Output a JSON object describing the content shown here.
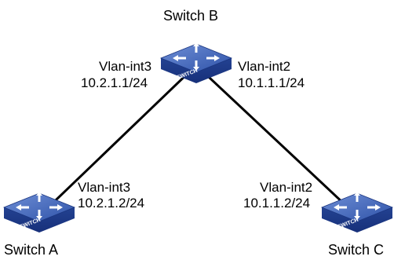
{
  "nodes": {
    "switch_b": {
      "name": "Switch B",
      "badge": "SWITCH"
    },
    "switch_a": {
      "name": "Switch A",
      "badge": "SWITCH"
    },
    "switch_c": {
      "name": "Switch C",
      "badge": "SWITCH"
    }
  },
  "links": {
    "a_b": {
      "b_end": {
        "interface": "Vlan-int3",
        "ip": "10.2.1.1/24"
      },
      "a_end": {
        "interface": "Vlan-int3",
        "ip": "10.2.1.2/24"
      }
    },
    "b_c": {
      "b_end": {
        "interface": "Vlan-int2",
        "ip": "10.1.1.1/24"
      },
      "c_end": {
        "interface": "Vlan-int2",
        "ip": "10.1.1.2/24"
      }
    }
  },
  "colors": {
    "switch_top": "#3f63b5",
    "switch_side": "#1e3f91",
    "link": "#000000"
  }
}
